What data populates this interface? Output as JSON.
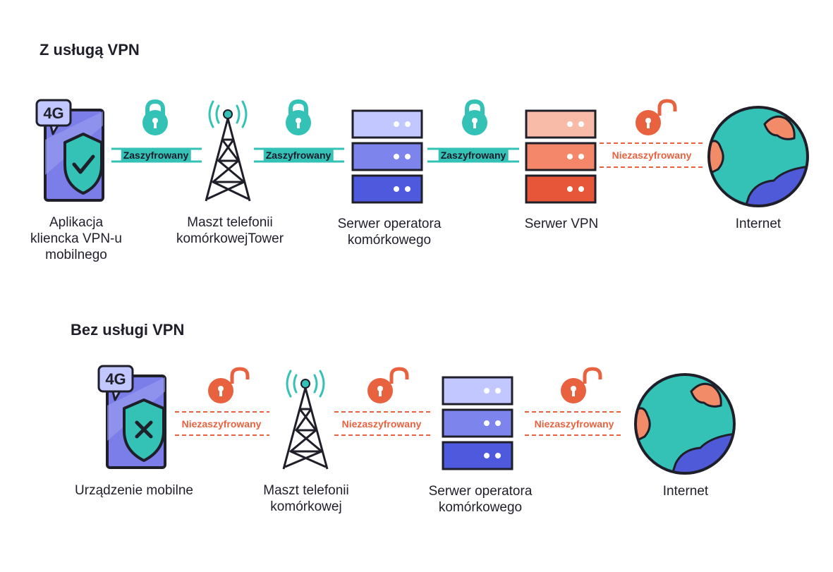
{
  "colors": {
    "teal": "#34c2b6",
    "orange": "#e8623f",
    "ink": "#1f1f2a",
    "phone_body": "#7b7ee8",
    "server_light": "#c3c7ff",
    "server_mid": "#7d84ec",
    "server_dark": "#4f59de",
    "vpn_light": "#f8bba8",
    "vpn_mid": "#f4866a",
    "vpn_dark": "#e8563a",
    "globe_land_blue": "#4f5ad9",
    "globe_land_orange": "#f28b68"
  },
  "with_vpn": {
    "title": "Z usługą VPN",
    "phone": {
      "badge": "4G",
      "label_lines": [
        "Aplikacja",
        "kliencka VPN-u",
        "mobilnego"
      ],
      "shield": "check-icon"
    },
    "tower": {
      "label_lines": [
        "Maszt telefonii",
        "komórkowejTower"
      ]
    },
    "operator": {
      "label_lines": [
        "Serwer operatora",
        "komórkowego"
      ]
    },
    "vpn_server": {
      "label_lines": [
        "Serwer VPN"
      ]
    },
    "internet": {
      "label_lines": [
        "Internet"
      ]
    },
    "links": [
      {
        "text": "Zaszyfrowany",
        "lock": "locked"
      },
      {
        "text": "Zaszyfrowany",
        "lock": "locked"
      },
      {
        "text": "Zaszyfrowany",
        "lock": "locked"
      },
      {
        "text": "Niezaszyfrowany",
        "lock": "unlocked"
      }
    ]
  },
  "without_vpn": {
    "title": "Bez usługi VPN",
    "phone": {
      "badge": "4G",
      "label_lines": [
        "Urządzenie mobilne"
      ],
      "shield": "cross-icon"
    },
    "tower": {
      "label_lines": [
        "Maszt telefonii",
        "komórkowej"
      ]
    },
    "operator": {
      "label_lines": [
        "Serwer operatora",
        "komórkowego"
      ]
    },
    "internet": {
      "label_lines": [
        "Internet"
      ]
    },
    "links": [
      {
        "text": "Niezaszyfrowany",
        "lock": "unlocked"
      },
      {
        "text": "Niezaszyfrowany",
        "lock": "unlocked"
      },
      {
        "text": "Niezaszyfrowany",
        "lock": "unlocked"
      }
    ]
  }
}
